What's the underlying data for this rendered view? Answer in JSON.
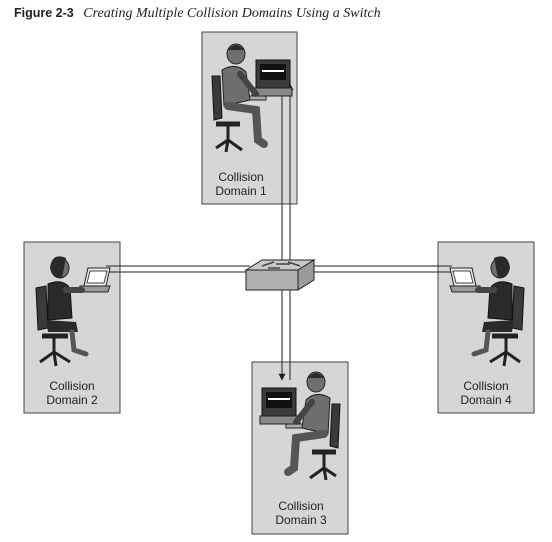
{
  "figure": {
    "label": "Figure 2-3",
    "title": "Creating Multiple Collision Domains Using a Switch"
  },
  "domains": [
    {
      "line1": "Collision",
      "line2": "Domain 1"
    },
    {
      "line1": "Collision",
      "line2": "Domain 2"
    },
    {
      "line1": "Collision",
      "line2": "Domain 3"
    },
    {
      "line1": "Collision",
      "line2": "Domain 4"
    }
  ],
  "colors": {
    "panel": "#d6d6d6",
    "panel_border": "#444444",
    "figure_fill": "#6e6e6e",
    "figure_dark": "#2a2a2a",
    "switch_top": "#c9c9c9",
    "switch_side": "#9a9a9a",
    "link": "#222222"
  },
  "devices": {
    "switch": "switch-icon",
    "desktop": "desktop-workstation-icon",
    "laptop": "laptop-icon"
  }
}
